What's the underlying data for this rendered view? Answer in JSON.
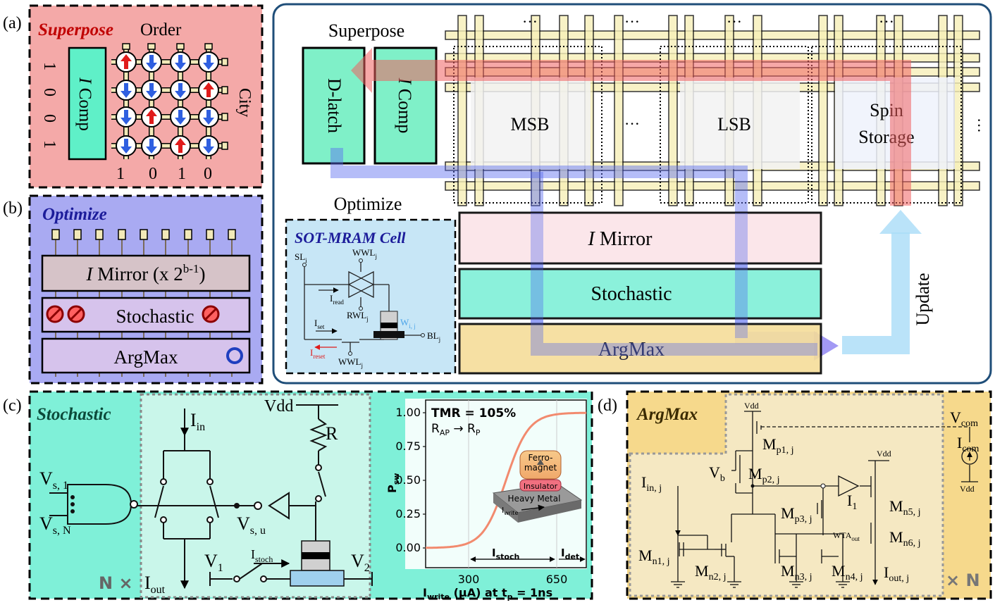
{
  "panel_labels": {
    "a": "(a)",
    "b": "(b)",
    "c": "(c)",
    "d": "(d)"
  },
  "panel_a": {
    "title_italic": "Superpose",
    "title_rest": " Order",
    "icomp_i": "I",
    "icomp_rest": " Comp",
    "city": "City",
    "left_bits": [
      "1",
      "0",
      "0",
      "1"
    ],
    "bottom_bits": [
      "1",
      "0",
      "1",
      "0"
    ],
    "grid": [
      [
        "up",
        "down",
        "down",
        "down"
      ],
      [
        "down",
        "down",
        "down",
        "up"
      ],
      [
        "down",
        "up",
        "down",
        "down"
      ],
      [
        "down",
        "down",
        "up",
        "down"
      ]
    ]
  },
  "panel_b": {
    "title": "Optimize",
    "mirror_i": "I",
    "mirror_rest": " Mirror (x 2",
    "mirror_sup": "b-1",
    "mirror_close": ")",
    "stochastic": "Stochastic",
    "argmax": "ArgMax"
  },
  "main": {
    "superpose": "Superpose",
    "dlatch": "D-latch",
    "icomp_i": "I",
    "icomp_rest": " Comp",
    "msb": "MSB",
    "dots": "···",
    "lsb": "LSB",
    "spin1": "Spin",
    "spin2": "Storage",
    "optimize": "Optimize",
    "mirror_i": "I",
    "mirror_rest": " Mirror",
    "stochastic": "Stochastic",
    "argmax": "ArgMax",
    "update": "Update",
    "sot_title": "SOT-MRAM Cell",
    "sot_labels": {
      "sl": "SL",
      "sl_sub": "i",
      "wwl": "WWL",
      "wwl_sub": "j",
      "iread": "I",
      "iread_sub": "read",
      "rwl": "RWL",
      "rwl_sub": "j",
      "iset": "I",
      "iset_sub": "set",
      "ireset": "I",
      "ireset_sub": "reset",
      "wij": "W",
      "wij_sub": "i, j",
      "bl": "BL",
      "bl_sub": "j",
      "wwl2": "WWL",
      "wwl2_sub": "j"
    }
  },
  "panel_c": {
    "title": "Stochastic",
    "iin": "I",
    "iin_sub": "in",
    "vdd": "Vdd",
    "r": "R",
    "vs1": "V",
    "vs1_sub": "s, 1",
    "vsn": "V",
    "vsn_sub": "s, N",
    "vsu": "V",
    "vsu_sub": "s, u",
    "iout": "I",
    "iout_sub": "out",
    "nx": "N ×",
    "v1": "V",
    "v1_sub": "1",
    "v2": "V",
    "v2_sub": "2",
    "istoch": "I",
    "istoch_sub": "stoch",
    "tmr": "TMR = 105%",
    "rap": "R",
    "rap_sub": "AP",
    "arrow": " → ",
    "rp": "R",
    "rp_sub": "P",
    "ylabel": "P",
    "ylabel_sub": "sw",
    "yticks": [
      "1.00",
      "0.75",
      "0.50",
      "0.25",
      "0.00"
    ],
    "xticks": [
      "300",
      "650"
    ],
    "istoch_range": "I",
    "istoch_range_sub": "stoch",
    "idet": "I",
    "idet_sub": "det",
    "xlabel_pre": "I",
    "xlabel_sub": "write",
    "xlabel_rest": " (μA) at t",
    "xlabel_tp": "p",
    "xlabel_end": " = 1ns",
    "ferro1": "Ferro-",
    "ferro2": "magnet",
    "insulator": "Insulator",
    "heavy": "Heavy Metal",
    "iwrite": "I",
    "iwrite_sub": "write"
  },
  "panel_d": {
    "title": "ArgMax",
    "vdd": "Vdd",
    "vcom": "V",
    "vcom_sub": "com",
    "icom": "I",
    "icom_sub": "com",
    "mp1": "M",
    "mp1_sub": "p1, j",
    "mp2": "M",
    "mp2_sub": "p2, j",
    "vb": "V",
    "vb_sub": "b",
    "iin": "I",
    "iin_sub": "in, j",
    "i1": "I",
    "i1_sub": "1",
    "mn5": "M",
    "mn5_sub": "n5, j",
    "mp3": "M",
    "mp3_sub": "p3, j",
    "wta": "WTA",
    "wta_sub": "out",
    "mn6": "M",
    "mn6_sub": "n6, j",
    "mn1": "M",
    "mn1_sub": "n1, j",
    "mn2": "M",
    "mn2_sub": "n2, j",
    "mn3": "M",
    "mn3_sub": "n3, j",
    "mn4": "M",
    "mn4_sub": "n4, j",
    "iout": "I",
    "iout_sub": "out, j",
    "xn": "× N"
  },
  "colors": {
    "pink": "#f4a9a8",
    "lavender": "#aaaaf0",
    "mint": "#7ff0d8",
    "tan": "#f6d98c",
    "frame": "#1f4e79",
    "red_arrow": "#e01b1b",
    "blue_arrow": "#2f5fe0"
  }
}
